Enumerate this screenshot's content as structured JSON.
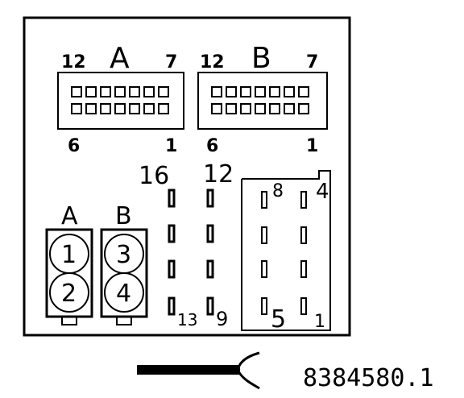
{
  "diagram": {
    "reference_code": "8384580.1",
    "connector_a": {
      "name": "A",
      "pin_top_left": "12",
      "pin_top_right": "7",
      "pin_bottom_left": "6",
      "pin_bottom_right": "1"
    },
    "connector_b": {
      "name": "B",
      "pin_top_left": "12",
      "pin_top_right": "7",
      "pin_bottom_left": "6",
      "pin_bottom_right": "1"
    },
    "round_connector_a": {
      "name": "A",
      "pins": [
        "1",
        "2"
      ]
    },
    "round_connector_b": {
      "name": "B",
      "pins": [
        "3",
        "4"
      ]
    },
    "pin_block_left": {
      "top_label": "16",
      "bottom_label": "13"
    },
    "pin_block_middle": {
      "top_label": "12",
      "bottom_label": "9"
    },
    "pin_block_right": {
      "top_left_label": "8",
      "top_right_label": "4",
      "bottom_left_label": "5",
      "bottom_right_label": "1"
    }
  }
}
